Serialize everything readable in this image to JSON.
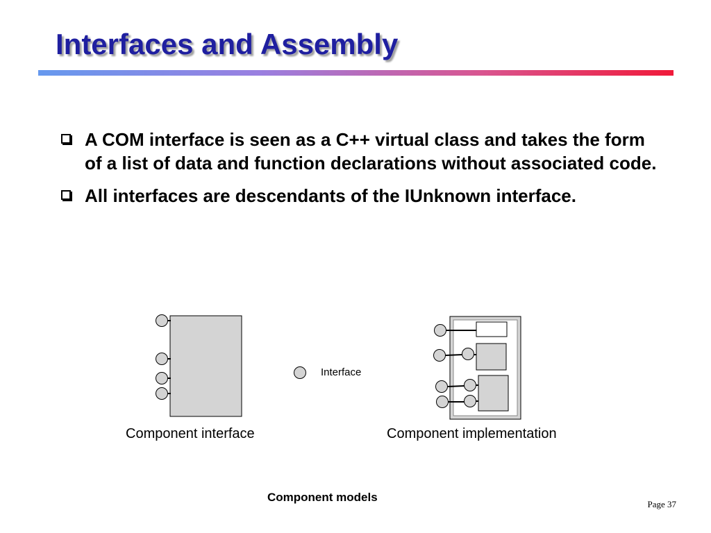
{
  "slide": {
    "title": "Interfaces and Assembly",
    "bullets": [
      {
        "text": "A COM interface is seen as a C++ virtual class and takes the form of a list of data and function declarations without associated code."
      },
      {
        "text": "All interfaces are descendants of the IUnknown interface."
      }
    ]
  },
  "diagram": {
    "legend_label": "Interface",
    "left_caption": "Component  interface",
    "right_caption": "Component  implementation"
  },
  "footer": {
    "caption": "Component models",
    "page_number": "Page 37"
  },
  "colors": {
    "title": "#1f1fa0",
    "component_fill": "#d4d4d4",
    "interface_fill": "#d4d4d4",
    "rule_start": "#6699ee",
    "rule_end": "#f01a3a"
  }
}
